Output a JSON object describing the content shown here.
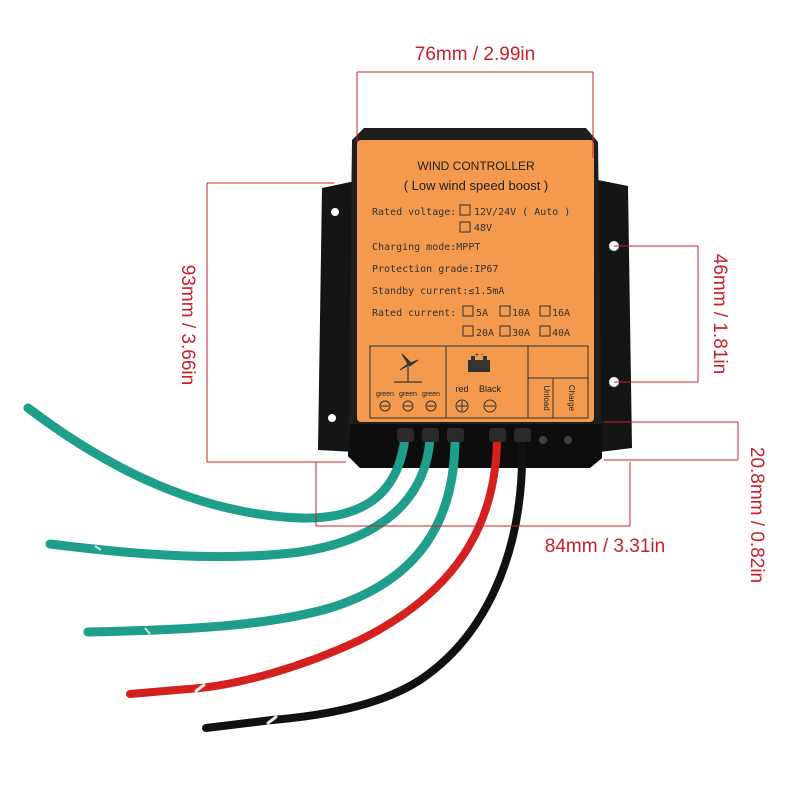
{
  "dimensions": {
    "width_top": "76mm / 2.99in",
    "height_left": "93mm / 3.66in",
    "hole_spacing": "46mm / 1.81in",
    "thickness": "20.8mm / 0.82in",
    "width_bottom": "84mm / 3.31in"
  },
  "label": {
    "title": "WIND CONTROLLER",
    "subtitle": "( Low wind speed boost )",
    "rated_voltage_label": "Rated voltage:",
    "voltage_option_1": "12V/24V ( Auto )",
    "voltage_option_2": "48V",
    "charging_mode": "Charging mode:MPPT",
    "protection_grade": "Protection grade:IP67",
    "standby_current": "Standby current:≤1.5mA",
    "rated_current_label": "Rated current:",
    "current_options_row1": [
      "5A",
      "10A",
      "16A"
    ],
    "current_options_row2": [
      "20A",
      "30A",
      "40A"
    ],
    "wire_labels_turbine": [
      "green",
      "green",
      "green"
    ],
    "battery_symbol": "+ -",
    "wire_label_red": "red",
    "wire_label_black": "Black",
    "unload_label": "Unload",
    "charge_label": "Charge"
  },
  "colors": {
    "label_orange": "#f39a4e",
    "housing": "#1b1b1b",
    "dimension_red": "#c8202a",
    "wire_green": "#1f9f8a",
    "wire_red": "#d52020",
    "wire_black": "#111111"
  }
}
